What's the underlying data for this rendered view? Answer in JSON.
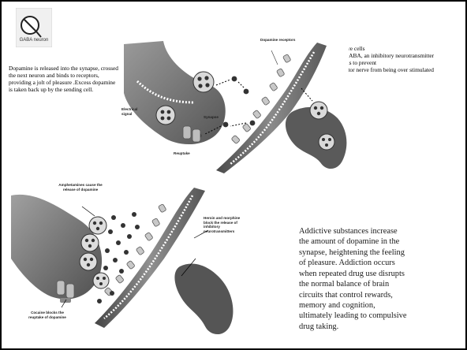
{
  "logo": {
    "label": "GABA neuron",
    "icon": "gaba-neuron-logo"
  },
  "left_text": "Dopamine is released into the synapse, crossed the next neuron and binds to receptors,\n providing a jolt of pleasure .Excess dopamine is taken back up by the sending cell.",
  "right_text": {
    "line1": "Other nerve cells",
    "line2": "Release GABA, an inhibitory neurotransmitter",
    "line3": "That works to prevent",
    "line4": "The receptor nerve from being over stimulated"
  },
  "top_diagram": {
    "label_receptors": "Dopamine receptors",
    "label_electrical": "Electrical signal",
    "label_synapse": "Synapse",
    "label_reuptake": "Reuptake"
  },
  "bottom_diagram": {
    "label_amphetamines": "Amphetamines cause the release of dopamine",
    "label_heroin": "Heroin and morphine block the release of inhibitory neurotransmitters",
    "label_cocaine": "Cocaine blocks the reuptake of dopamine"
  },
  "addictive_text": "Addictive substances increase the amount of dopamine in the synapse, heightening the feeling of pleasure. Addiction occurs when repeated drug use disrupts the normal balance of brain circuits that control rewards, memory and cognition, ultimately leading to compulsive drug taking.",
  "colors": {
    "neuron_dark": "#555555",
    "neuron_mid": "#7a7a7a",
    "receptor": "#bdbdbd",
    "dot": "#3a3a3a"
  }
}
